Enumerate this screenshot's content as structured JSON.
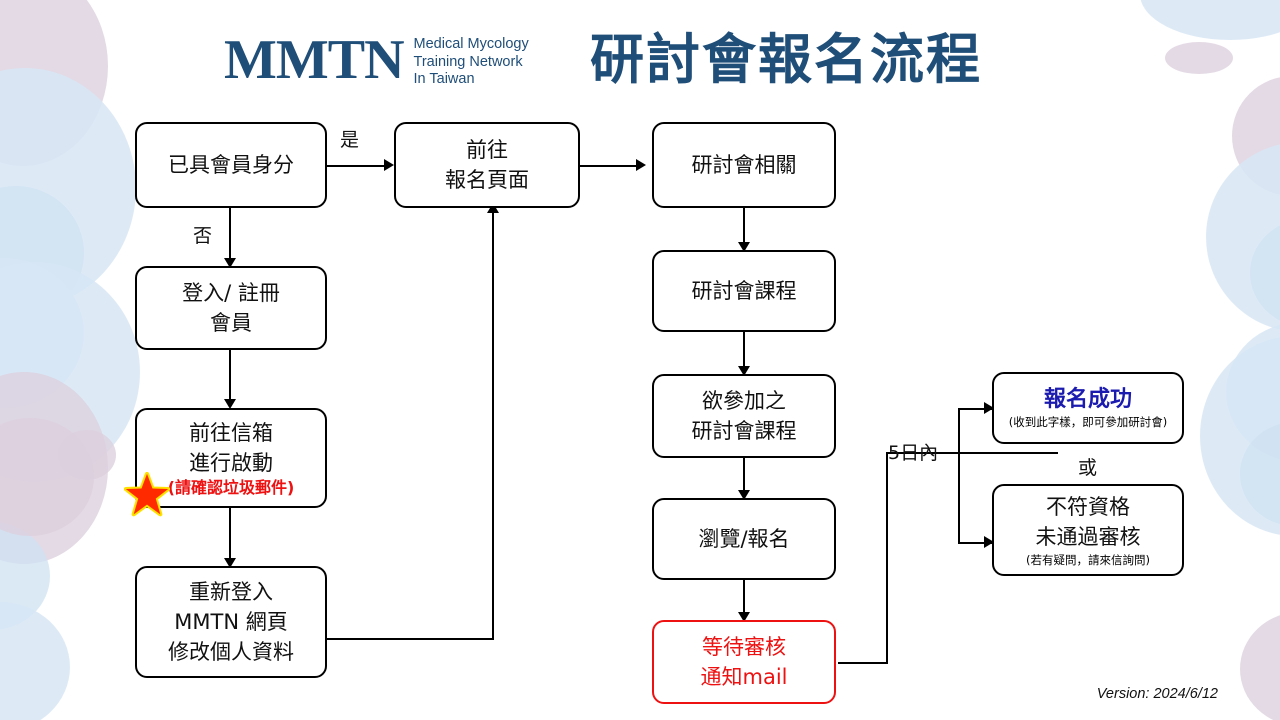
{
  "header": {
    "logo_mark": "MMTN",
    "logo_subtitle": "Medical Mycology\nTraining Network\nIn Taiwan",
    "title": "研討會報名流程",
    "brand_color": "#1f4e79"
  },
  "colors": {
    "box_border": "#000000",
    "alert_red": "#ee1111",
    "success_blue": "#1b1bb0",
    "blob_lavender": "#dccfde",
    "blob_blue": "#d7e6f5"
  },
  "nodes": {
    "member_check": {
      "text": "已具會員身分"
    },
    "register": {
      "text": "登入/ 註冊\n會員"
    },
    "activate_mail": {
      "text": "前往信箱\n進行啟動",
      "warning": "(請確認垃圾郵件)"
    },
    "relogin": {
      "text": "重新登入\nMMTN 網頁\n修改個人資料"
    },
    "goto_signup": {
      "text": "前往\n報名頁面"
    },
    "seminar_info": {
      "text": "研討會相關"
    },
    "seminar_course": {
      "text": "研討會課程"
    },
    "desired_course": {
      "text": "欲參加之\n研討會課程"
    },
    "browse_signup": {
      "text": "瀏覽/報名"
    },
    "await_review": {
      "text": "等待審核\n通知mail"
    },
    "success": {
      "title": "報名成功",
      "note": "(收到此字樣，即可參加研討會)"
    },
    "rejected": {
      "text": "不符資格\n未通過審核",
      "note": "(若有疑問，請來信詢問)"
    }
  },
  "edge_labels": {
    "yes": "是",
    "no": "否",
    "within_5_days": "5日內",
    "or": "或"
  },
  "footer": {
    "version": "Version: 2024/6/12"
  },
  "icons": {
    "star": "star-icon"
  }
}
